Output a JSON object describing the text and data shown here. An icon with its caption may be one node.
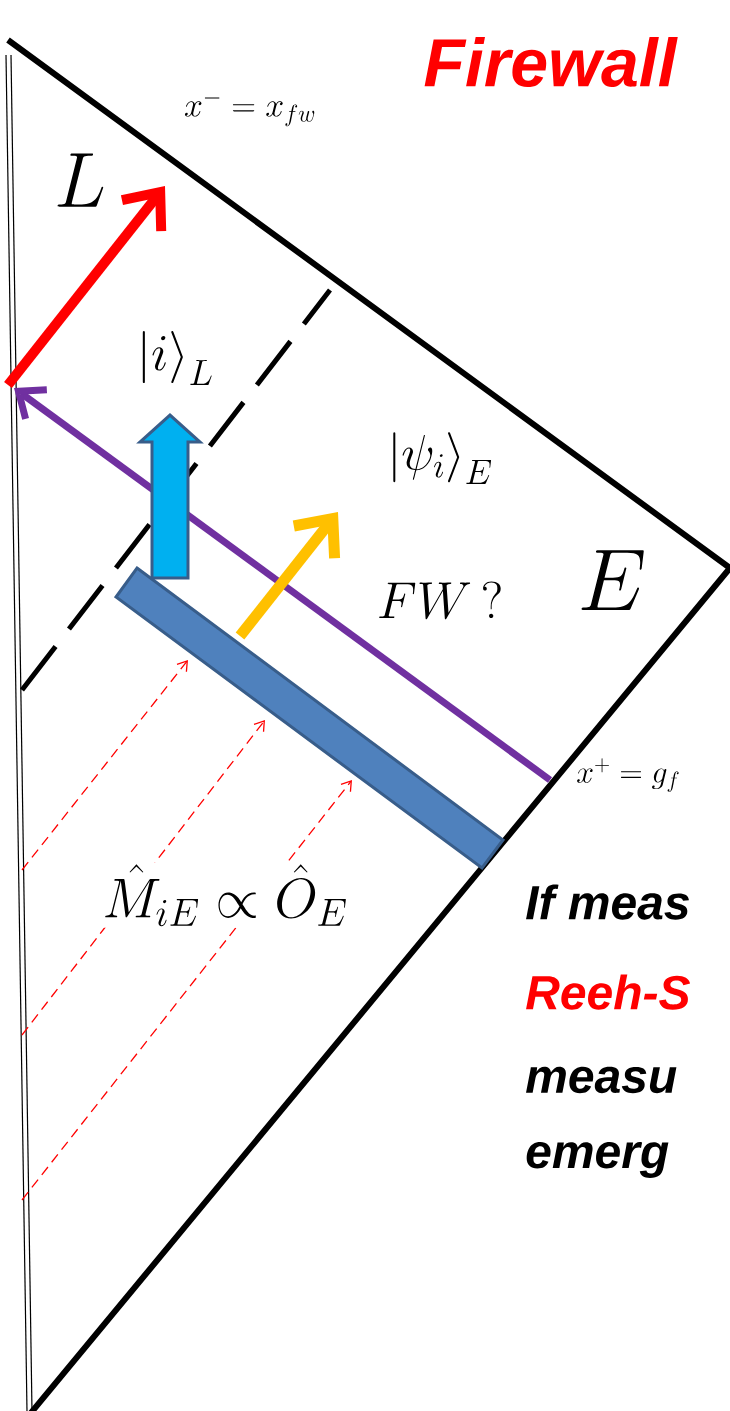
{
  "diagram": {
    "labels": [
      "Firewall",
      "x^{-}=x_{fw}",
      "L",
      "\\left|i\\right\\rangle_{L}",
      "\\left|\\psi_{i}\\right\\rangle_{E}",
      "FW\\,?",
      "E",
      "x^{+}=g_{f}",
      "\\hat{M}_{iE}\\propto\\hat{O}_{E}",
      "If meas",
      "Reeh-S",
      "measu",
      "emerg"
    ]
  }
}
